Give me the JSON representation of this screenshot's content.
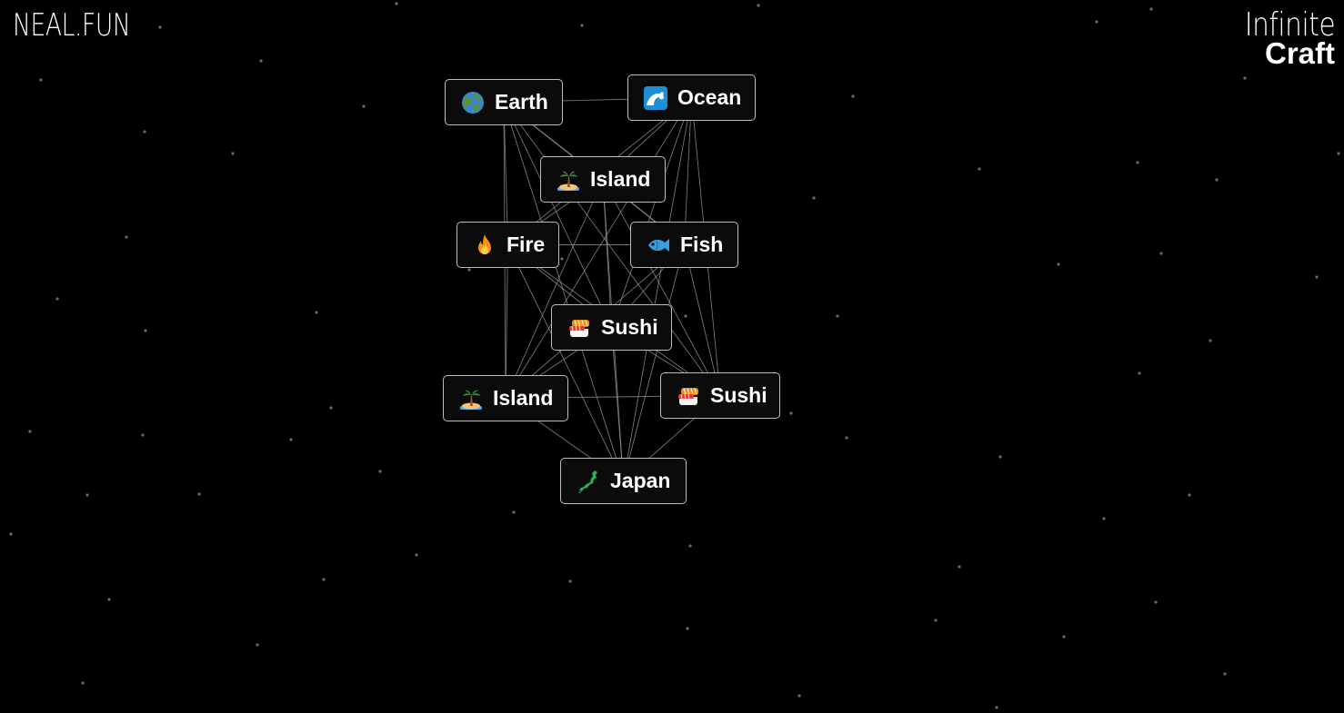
{
  "logo": {
    "text": "NEAL.FUN"
  },
  "title": {
    "line1": "Infinite",
    "line2": "Craft"
  },
  "elements": [
    {
      "label": "Earth",
      "icon": "globe-earth-icon"
    },
    {
      "label": "Ocean",
      "icon": "water-wave-icon"
    },
    {
      "label": "Island",
      "icon": "desert-island-icon"
    },
    {
      "label": "Fire",
      "icon": "fire-icon"
    },
    {
      "label": "Fish",
      "icon": "fish-icon"
    },
    {
      "label": "Sushi",
      "icon": "sushi-icon"
    },
    {
      "label": "Island",
      "icon": "desert-island-icon"
    },
    {
      "label": "Sushi",
      "icon": "sushi-icon"
    },
    {
      "label": "Japan",
      "icon": "japan-map-icon"
    }
  ],
  "colors": {
    "background": "#000000",
    "node_border": "#bdbdbd",
    "node_fill": "#0b0b0b",
    "text": "#ffffff",
    "link_line": "#9a9a9a"
  }
}
